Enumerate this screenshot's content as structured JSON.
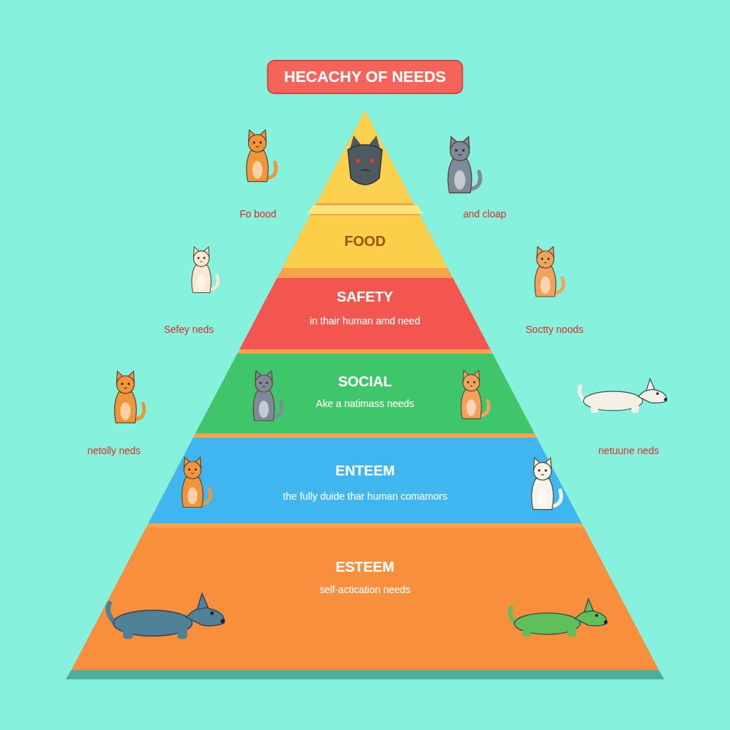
{
  "diagram": {
    "title": "HECACHY OF NEEDS",
    "nodes": [
      {
        "text": [
          "FOOD"
        ]
      },
      {
        "text": [
          "SAFETY",
          "in thair human amd need"
        ]
      },
      {
        "text": [
          "SOCIAL",
          "Ake a natimass needs"
        ]
      },
      {
        "text": [
          "ENTEEM",
          "the fully duide thar human comamors"
        ]
      },
      {
        "text": [
          "ESTEEM",
          "self-actication needs"
        ]
      }
    ],
    "labels": [
      "Fo bood",
      "and cloap",
      "Sefey neds",
      "Soctty noods",
      "netolly neds",
      "netuune neds"
    ]
  }
}
